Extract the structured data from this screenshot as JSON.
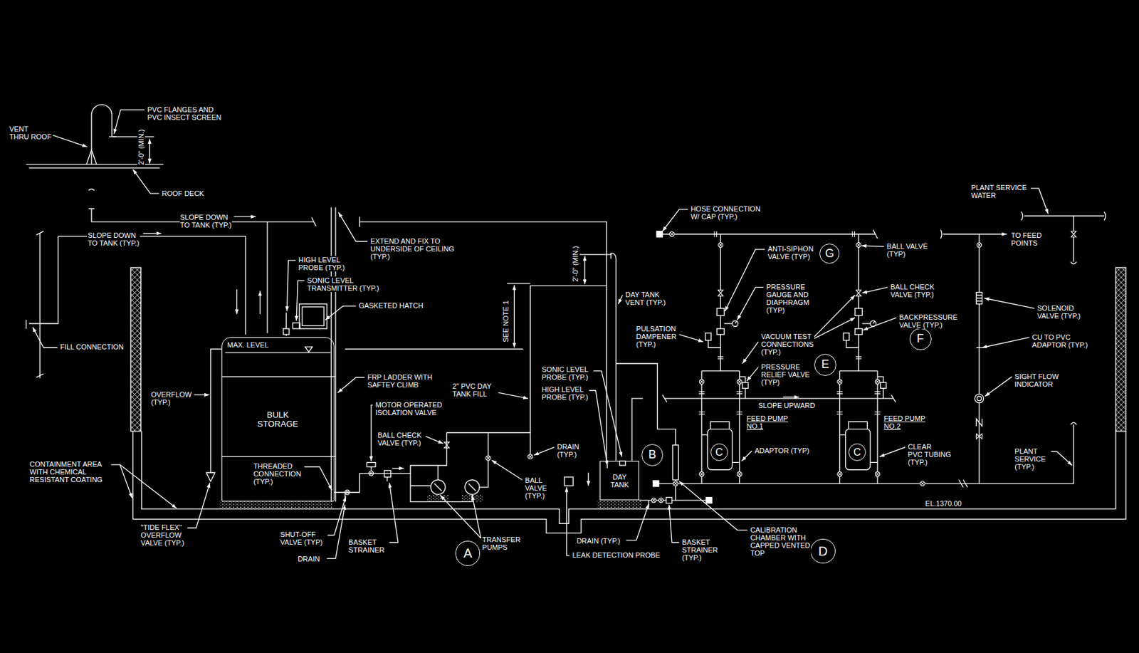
{
  "diagram": {
    "nodes": [
      {
        "text": [
          "BULK STORAGE"
        ]
      },
      {
        "text": [
          "DAY TANK"
        ]
      },
      {
        "text": [
          "A"
        ]
      },
      {
        "text": [
          "B"
        ]
      },
      {
        "text": [
          "C"
        ]
      },
      {
        "text": [
          "C"
        ]
      },
      {
        "text": [
          "D"
        ]
      },
      {
        "text": [
          "E"
        ]
      },
      {
        "text": [
          "F"
        ]
      },
      {
        "text": [
          "G"
        ]
      }
    ],
    "edges": [
      {
        "from": 0,
        "to": 1,
        "arrow": "none"
      }
    ],
    "labels": [
      "VENT THRU ROOF",
      "PVC FLANGES AND PVC INSECT SCREEN",
      "2'-0\" (MIN.)",
      "ROOF DECK",
      "SLOPE DOWN TO TANK (TYP.)",
      "SLOPE DOWN TO TANK (TYP.)",
      "FILL CONNECTION",
      "HIGH LEVEL PROBE (TYP.)",
      "SONIC LEVEL TRANSMITTER (TYP.)",
      "GASKETED HATCH",
      "EXTEND AND FIX TO UNDERSIDE OF CEILING (TYP.)",
      "MAX. LEVEL",
      "SEE NOTE 1",
      "2'-0\" (MIN.)",
      "DAY TANK VENT (TYP.)",
      "OVERFLOW (TYP.)",
      "FRP LADDER WITH SAFTEY CLIMB",
      "2\" PVC DAY TANK FILL",
      "MOTOR OPERATED ISOLATION VALVE",
      "BALL CHECK VALVE (TYP.)",
      "DRAIN (TYP.)",
      "BALL VALVE (TYP.)",
      "SONIC LEVEL PROBE (TYP.)",
      "HIGH LEVEL PROBE (TYP.)",
      "CONTAINMENT AREA WITH CHEMICAL RESISTANT COATING",
      "THREADED CONNECTION (TYP.)",
      "\"TIDE FLEX\" OVERFLOW VALVE (TYP.)",
      "SHUT-OFF VALVE (TYP)",
      "DRAIN",
      "BASKET STRAINER",
      "TRANSFER PUMPS",
      "DRAIN (TYP.)",
      "LEAK DETECTION PROBE",
      "BASKET STRAINER (TYP.)",
      "CALIBRATION CHAMBER WITH CAPPED VENTED TOP",
      "HOSE CONNECTION W/ CAP (TYP.)",
      "ANTI-SIPHON VALVE (TYP)",
      "PRESSURE GAUGE AND DIAPHRAGM (TYP)",
      "PULSATION DAMPENER (TYP.)",
      "VACUUM TEST CONNECTIONS (TYP.)",
      "PRESSURE RELIEF VALVE (TYP)",
      "SLOPE UPWARD",
      "FEED PUMP NO.1",
      "ADAPTOR (TYP)",
      "FEED PUMP NO.2",
      "CLEAR PVC TUBING (TYP.)",
      "BALL VALVE (TYP)",
      "BALL CHECK VALVE (TYP.)",
      "BACKPRESSURE VALVE (TYP.)",
      "PLANT SERVICE WATER",
      "TO FEED POINTS",
      "SOLENOID VALVE (TYP.)",
      "CU TO PVC ADAPTOR (TYP.)",
      "SIGHT FLOW INDICATOR",
      "PLANT SERVICE (TYP.)",
      "EL.1370.00"
    ]
  }
}
